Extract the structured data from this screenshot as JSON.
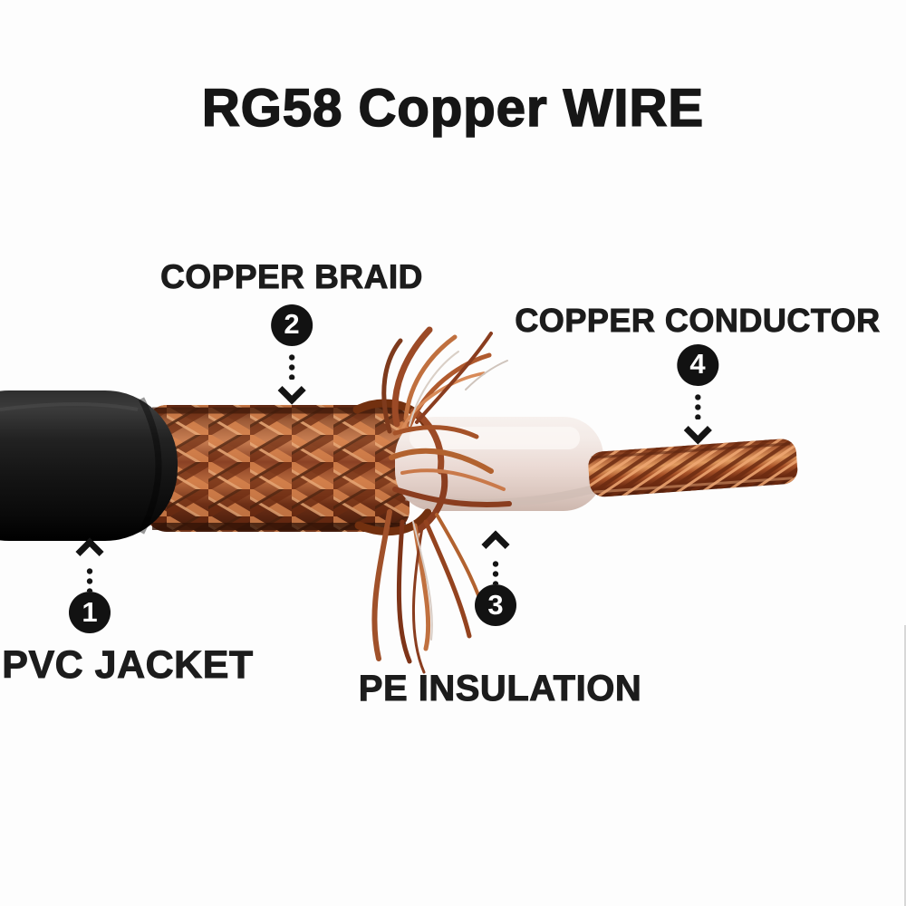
{
  "title": "RG58 Copper WIRE",
  "callouts": {
    "pvc_jacket": {
      "number": "1",
      "label": "PVC JACKET",
      "arrow": "up"
    },
    "copper_braid": {
      "number": "2",
      "label": "COPPER BRAID",
      "arrow": "down"
    },
    "pe_insulation": {
      "number": "3",
      "label": "PE INSULATION",
      "arrow": "up"
    },
    "copper_conductor": {
      "number": "4",
      "label": "COPPER CONDUCTOR",
      "arrow": "down"
    }
  },
  "diagram": {
    "type": "labeled-photo-diagram",
    "subject": "RG58 coaxial cable with layers stripped back in steps",
    "parts": [
      {
        "number": "1",
        "name": "PVC JACKET"
      },
      {
        "number": "2",
        "name": "COPPER BRAID"
      },
      {
        "number": "3",
        "name": "PE INSULATION"
      },
      {
        "number": "4",
        "name": "COPPER CONDUCTOR"
      }
    ]
  },
  "colors": {
    "background": "#fdfdfd",
    "text": "#1c1c1c",
    "badge": "#121212",
    "badge_number": "#ffffff",
    "jacket_black": "#151515",
    "copper_dark": "#6b2a10",
    "copper_mid": "#b5673c",
    "copper_light": "#e0995f",
    "insulation_white": "#f0e6e1"
  }
}
